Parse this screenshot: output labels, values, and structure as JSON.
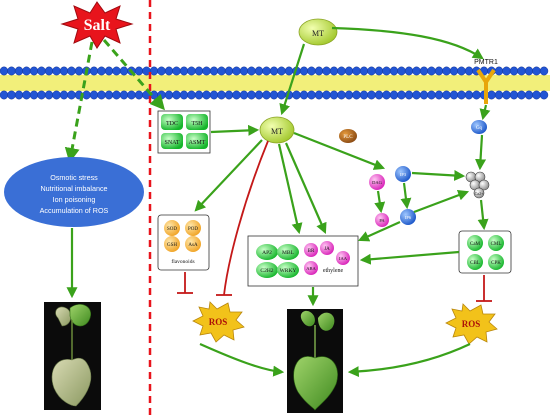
{
  "salt": "Salt",
  "mt_top": "MT",
  "mt_center": "MT",
  "pmtr1": "PMTR1",
  "stress_effects": [
    "Osmotic stress",
    "Nutritional imbalance",
    "Ion poisoning",
    "Accumulation of ROS"
  ],
  "synthesis_enzymes": [
    "TDC",
    "T5H",
    "SNAT",
    "ASMT"
  ],
  "antioxidants": [
    "SOD",
    "POD",
    "GSH",
    "AsA"
  ],
  "flavonoids": "flavonoids",
  "gq": "Gq",
  "plc": "PLC",
  "dag": "DAG",
  "ip3": "IP3",
  "pa": "PA",
  "ip6": "IP6",
  "ca": "Ca2+",
  "calcium_proteins": [
    "CaM",
    "CML",
    "CBL",
    "CPK"
  ],
  "transcription_factors": [
    "AP2",
    "MBL",
    "C2H2",
    "WRKY"
  ],
  "hormones": [
    "BR",
    "JA",
    "IAA",
    "ABA"
  ],
  "ethylene": "ethylene",
  "ros_left": "ROS",
  "ros_right": "ROS",
  "colors": {
    "membrane_blue": "#2255d4",
    "membrane_yellow": "#f2ef7a",
    "arrow_green": "#3aa21b",
    "inhibit_red": "#c41919",
    "salt_red": "#e8141c",
    "mt_fill": "#c9e055",
    "ros_fill": "#f2c21a",
    "stress_fill": "#3a6fd6"
  }
}
